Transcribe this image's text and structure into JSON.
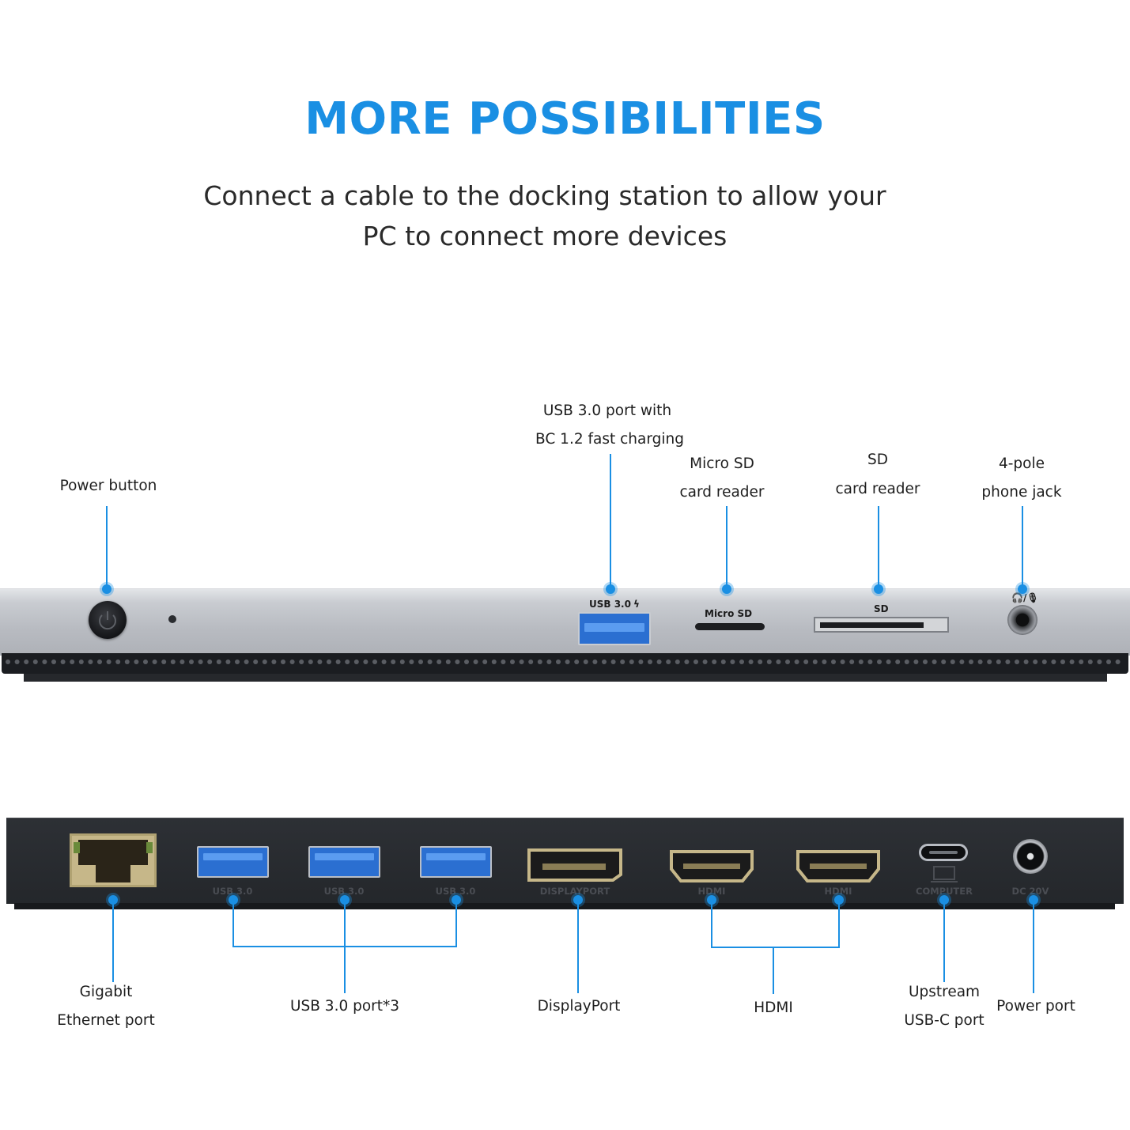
{
  "heading": {
    "title": "MORE POSSIBILITIES",
    "subtitle_line1": "Connect a cable to the docking station to allow your",
    "subtitle_line2": "PC to connect more devices"
  },
  "front_callouts": {
    "power_button": "Power button",
    "usb_fast_line1": "USB 3.0 port with",
    "usb_fast_line2": "BC 1.2 fast charging",
    "microsd_line1": "Micro SD",
    "microsd_line2": "card reader",
    "sd_line1": "SD",
    "sd_line2": "card reader",
    "jack_line1": "4-pole",
    "jack_line2": "phone jack"
  },
  "front_port_labels": {
    "usb": "USB 3.0",
    "microsd": "Micro SD",
    "sd": "SD"
  },
  "rear_port_labels": {
    "usb1": "USB 3.0",
    "usb2": "USB 3.0",
    "usb3": "USB 3.0",
    "displayport": "DISPLAYPORT",
    "hdmi1": "HDMI",
    "hdmi2": "HDMI",
    "computer": "COMPUTER",
    "dc": "DC 20V"
  },
  "rear_callouts": {
    "ethernet_line1": "Gigabit",
    "ethernet_line2": "Ethernet port",
    "usb_group": "USB 3.0 port*3",
    "displayport": "DisplayPort",
    "hdmi": "HDMI",
    "usbc_line1": "Upstream",
    "usbc_line2": "USB-C port",
    "power_port": "Power port"
  },
  "colors": {
    "accent_blue": "#1a8fe3",
    "front_body": "#b8bbc1",
    "rear_body": "#24272b"
  }
}
